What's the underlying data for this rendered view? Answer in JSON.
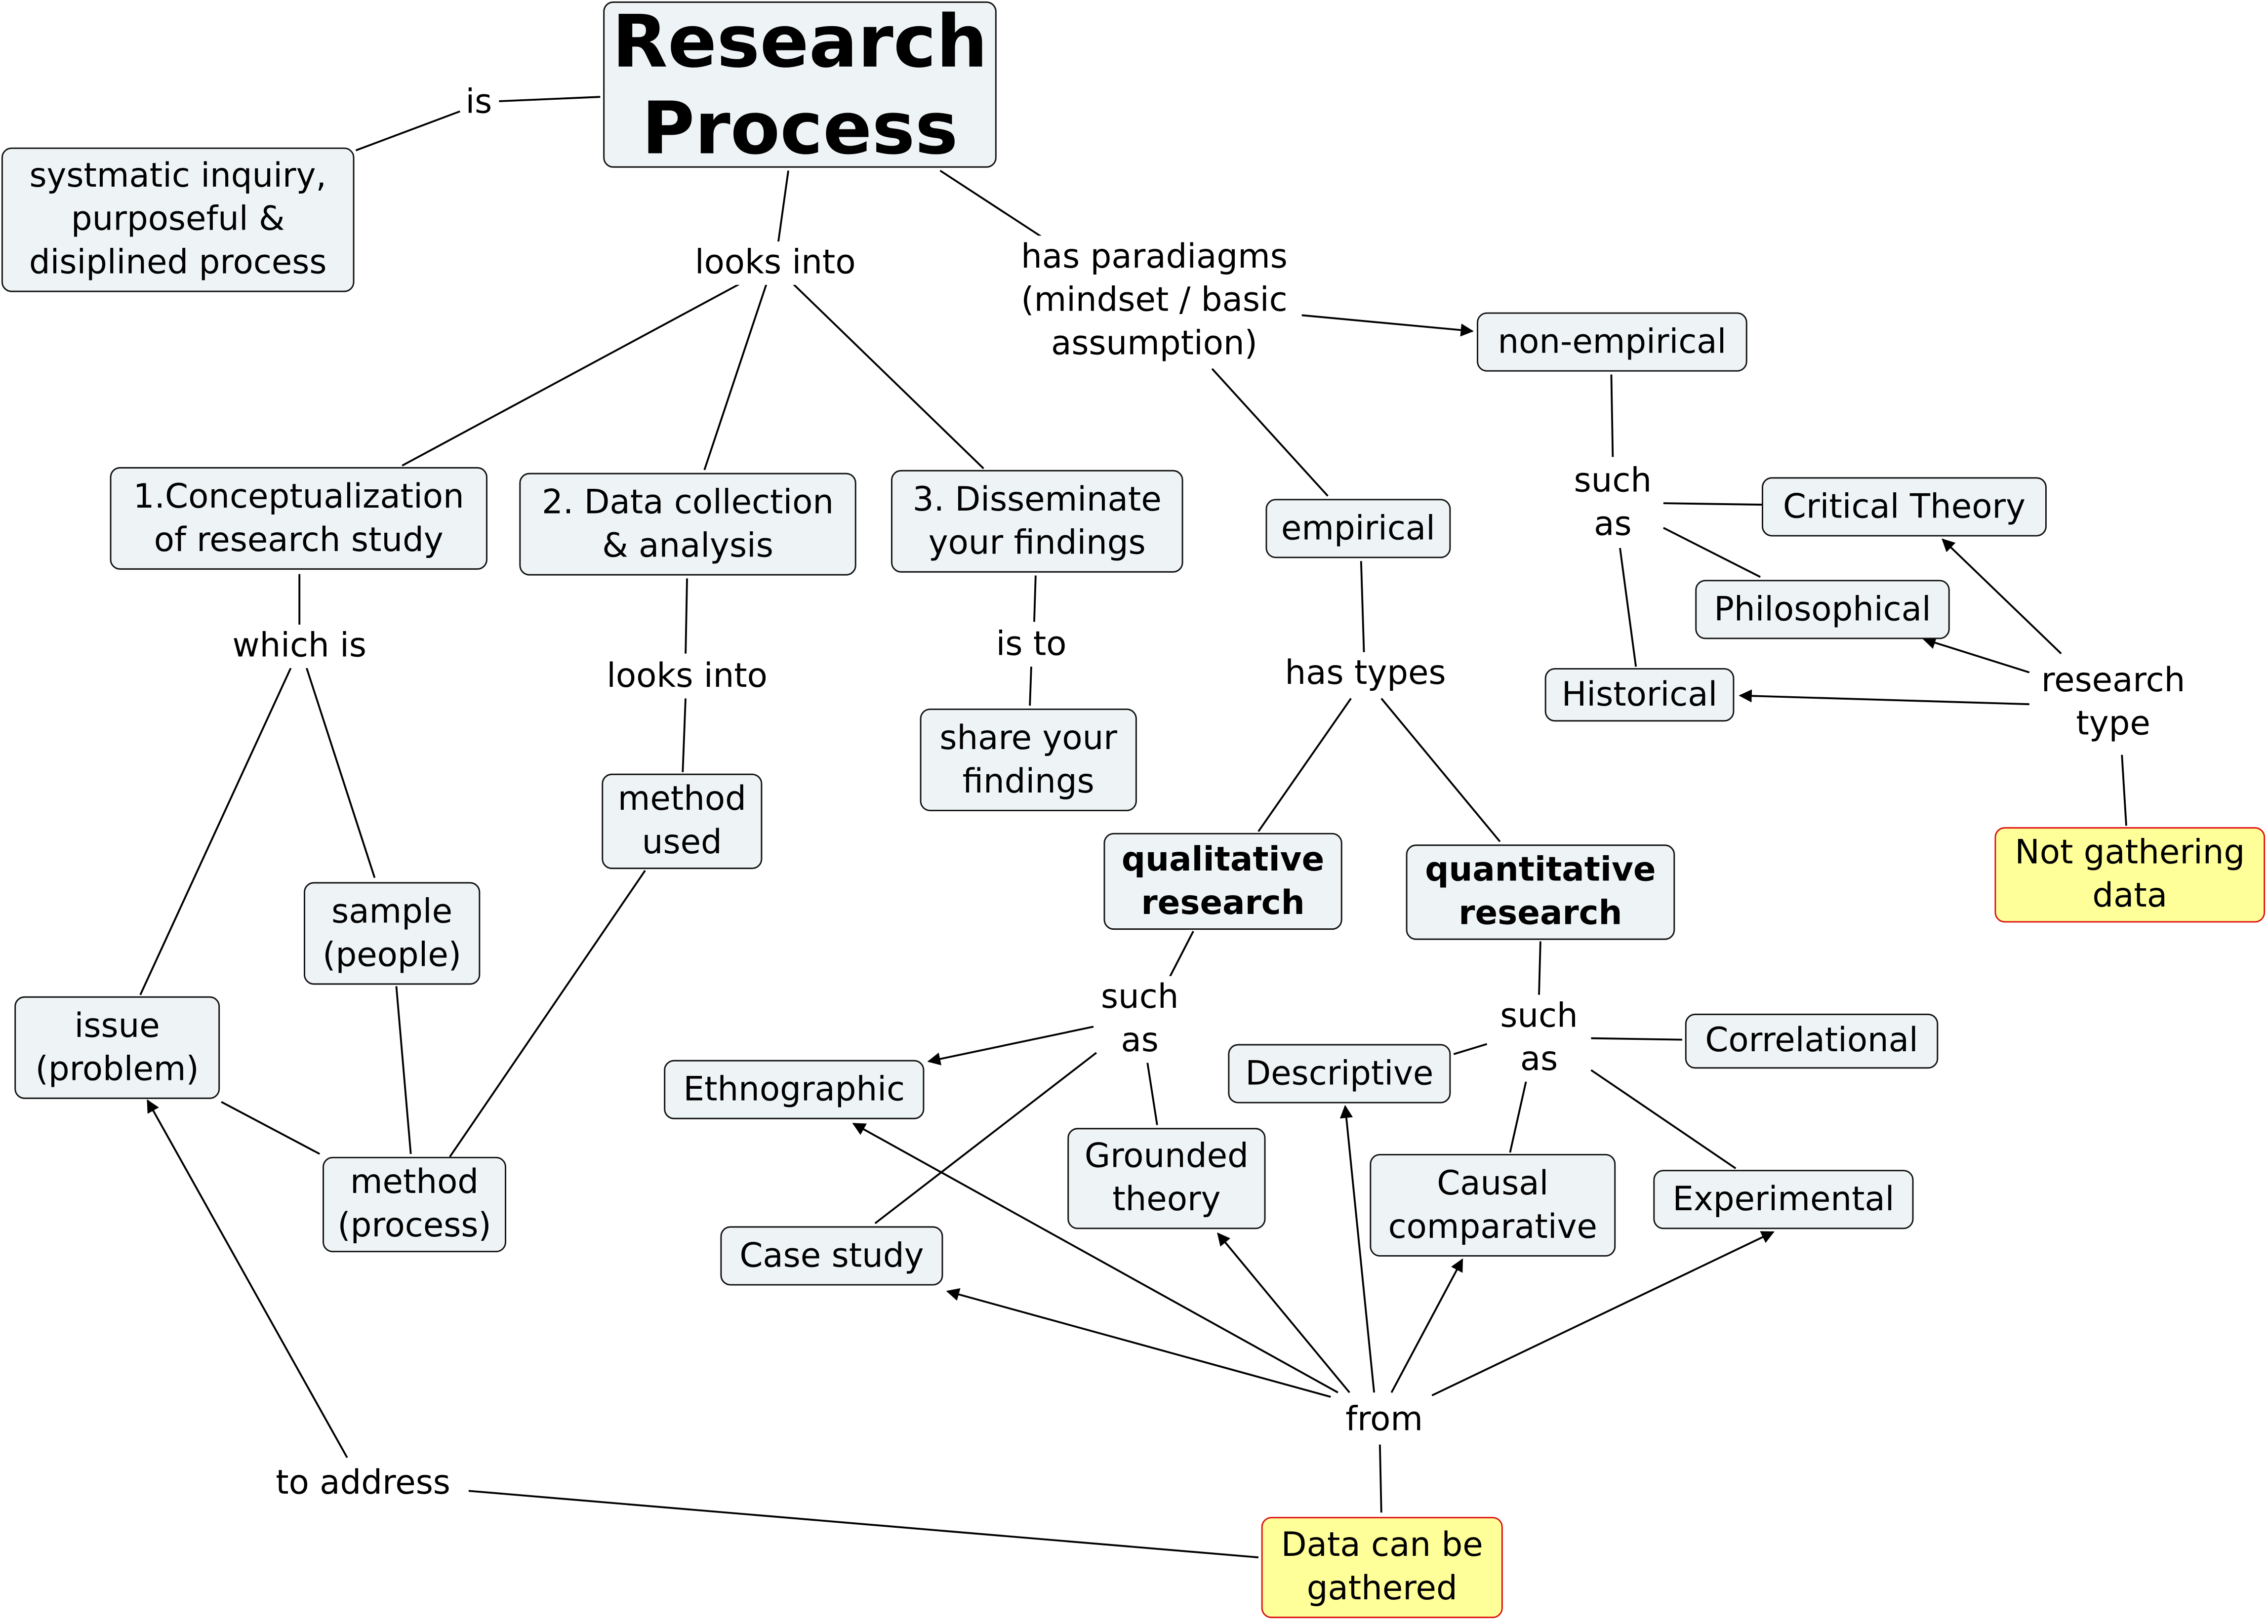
{
  "concepts": {
    "research_process": "Research\nProcess",
    "definition": "systmatic inquiry,\npurposeful &\ndisiplined process",
    "conceptualization": "1.Conceptualization\nof research study",
    "data_collection": "2. Data collection\n& analysis",
    "disseminate": "3. Disseminate\nyour findings",
    "empirical": "empirical",
    "non_empirical": "non-empirical",
    "critical_theory": "Critical Theory",
    "philosophical": "Philosophical",
    "historical": "Historical",
    "not_gathering": "Not gathering\ndata",
    "share_findings": "share your\nfindings",
    "method_used": "method\nused",
    "sample": "sample\n(people)",
    "issue": "issue\n(problem)",
    "method_process": "method\n(process)",
    "qualitative": "qualitative\nresearch",
    "quantitative": "quantitative\nresearch",
    "ethnographic": "Ethnographic",
    "grounded_theory": "Grounded\ntheory",
    "case_study": "Case study",
    "descriptive": "Descriptive",
    "correlational": "Correlational",
    "causal_comparative": "Causal\ncomparative",
    "experimental": "Experimental",
    "data_gathered": "Data can be\ngathered"
  },
  "linking_phrases": {
    "is": "is",
    "looks_into_main": "looks into",
    "has_paradigms": "has paradiagms\n(mindset / basic\nassumption)",
    "which_is": "which is",
    "looks_into_data": "looks into",
    "is_to": "is to",
    "has_types": "has types",
    "such_as_nonemp": "such\nas",
    "research_type": "research\ntype",
    "such_as_qual": "such\nas",
    "such_as_quant": "such\nas",
    "from": "from",
    "to_address": "to address"
  },
  "colors": {
    "node_fill": "#eef4f6",
    "node_border": "#111111",
    "highlight_fill": "#ffff99",
    "highlight_border": "#dd1111",
    "line": "#000000"
  }
}
